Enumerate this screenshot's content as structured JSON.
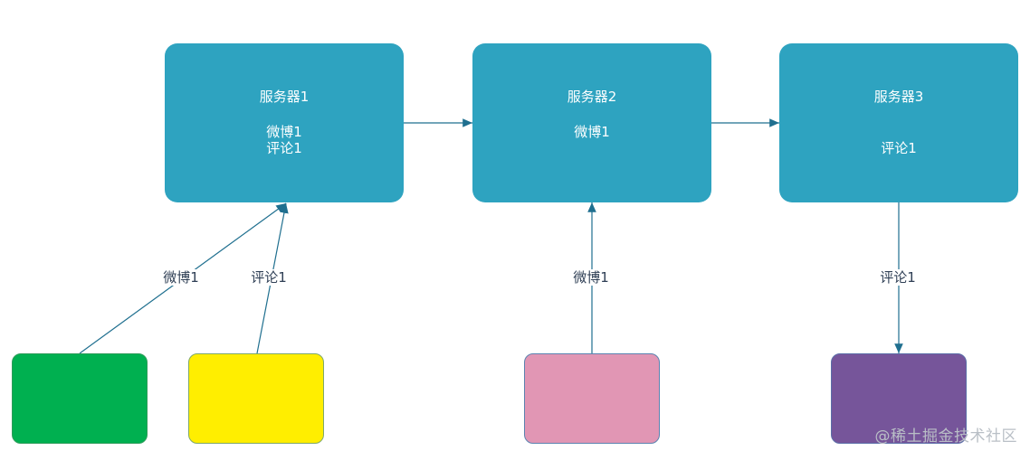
{
  "servers": [
    {
      "title": "服务器1",
      "lines": [
        "微博1",
        "评论1"
      ]
    },
    {
      "title": "服务器2",
      "lines": [
        "微博1"
      ]
    },
    {
      "title": "服务器3",
      "lines": [
        "评论1"
      ]
    }
  ],
  "clients": [
    {
      "color": "#00b050"
    },
    {
      "color": "#ffee00"
    },
    {
      "color": "#e196b4"
    },
    {
      "color": "#76559a"
    }
  ],
  "edges": {
    "green_to_server1": "微博1",
    "yellow_to_server1": "评论1",
    "pink_to_server2": "微博1",
    "server3_to_purple": "评论1"
  },
  "watermark": "@稀土掘金技术社区",
  "colors": {
    "server_fill": "#2ea3c0",
    "edge": "#1f6f8f"
  }
}
